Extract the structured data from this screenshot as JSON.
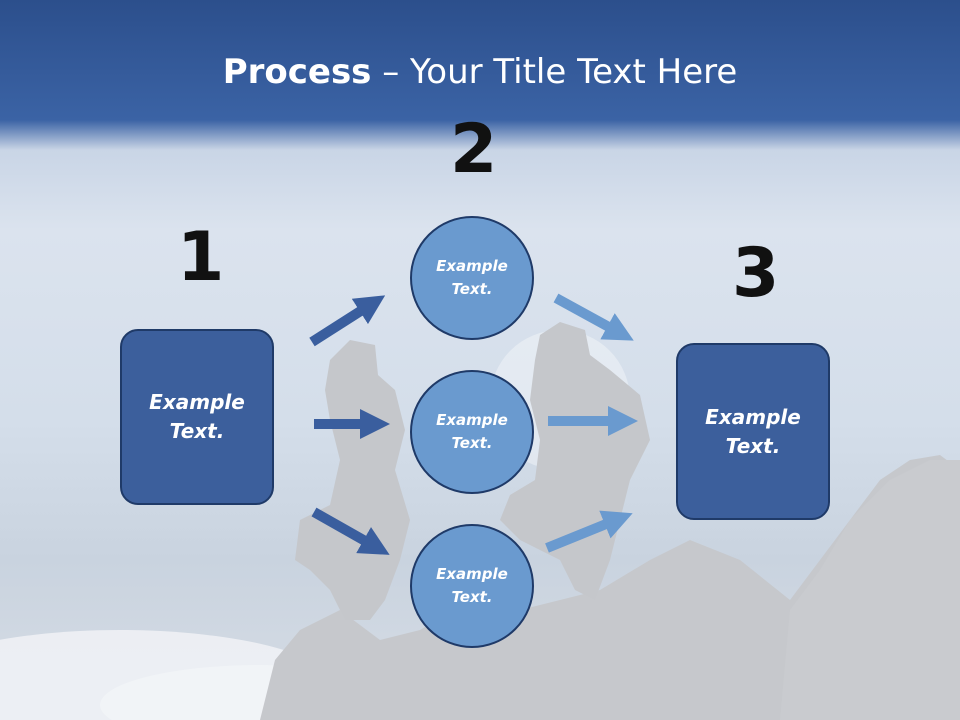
{
  "slide": {
    "title_bold": "Process",
    "title_rest": " – Your Title Text Here",
    "steps": {
      "one": "1",
      "two": "2",
      "three": "3"
    },
    "left_box": "Example\nText.",
    "circle_top": "Example\nText.",
    "circle_middle": "Example\nText.",
    "circle_bottom": "Example\nText.",
    "right_box": "Example\nText."
  },
  "colors": {
    "header": "#3b63a5",
    "box_fill": "#3c5f9c",
    "circle_fill": "#6a9acf",
    "arrow_dark": "#3a5e9e",
    "arrow_light": "#6a9acf"
  }
}
